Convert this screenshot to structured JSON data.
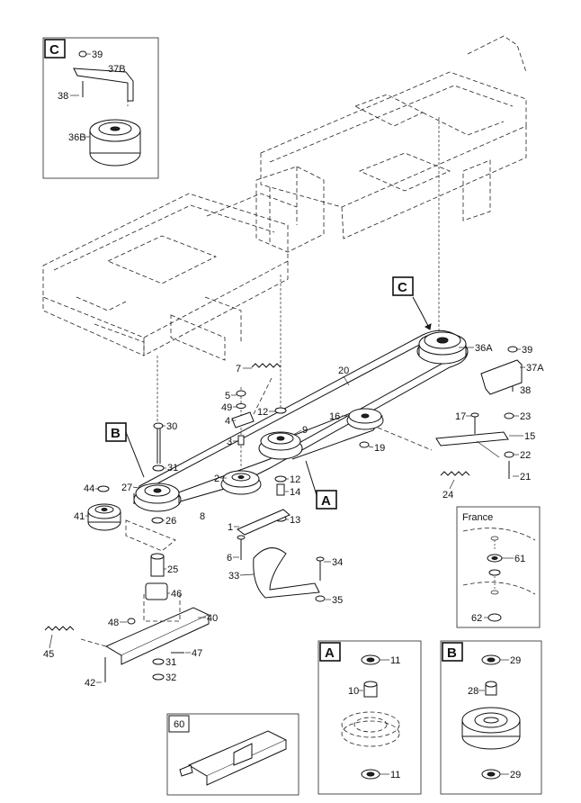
{
  "callout_letters": {
    "a": "A",
    "b": "B",
    "c": "C"
  },
  "inset_titles": {
    "france": "France",
    "kit": "60"
  },
  "part_labels": {
    "p1": "1",
    "p2": "2",
    "p3": "3",
    "p4": "4",
    "p5": "5",
    "p6": "6",
    "p7": "7",
    "p8": "8",
    "p9": "9",
    "p10": "10",
    "p12": "12",
    "p12b": "12",
    "p13": "13",
    "p14": "14",
    "p15": "15",
    "p16": "16",
    "p17": "17",
    "p19": "19",
    "p20": "20",
    "p21": "21",
    "p22": "22",
    "p23": "23",
    "p24": "24",
    "p25": "25",
    "p26": "26",
    "p27": "27",
    "p30": "30",
    "p31": "31",
    "p31b": "31",
    "p32": "32",
    "p33": "33",
    "p34": "34",
    "p35": "35",
    "p36a": "36A",
    "p37a": "37A",
    "p38": "38",
    "p39": "39",
    "p40": "40",
    "p41": "41",
    "p42": "42",
    "p44": "44",
    "p45": "45",
    "p46": "46",
    "p47": "47",
    "p48": "48",
    "p49": "49",
    "c39": "39",
    "c37b": "37B",
    "c38": "38",
    "c36b": "36B",
    "a11top": "11",
    "a10": "10",
    "a11bot": "11",
    "b29top": "29",
    "b28": "28",
    "b29bot": "29",
    "f61": "61",
    "f62": "62"
  }
}
